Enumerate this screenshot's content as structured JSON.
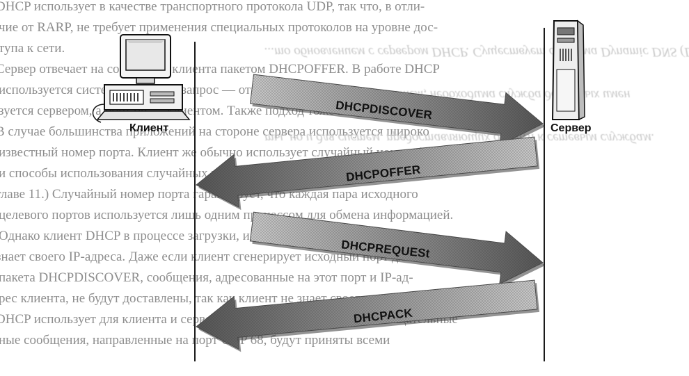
{
  "nodes": {
    "client_label": "Клиент",
    "server_label": "Сервер"
  },
  "messages": [
    {
      "label": "DHCPDISCOVER",
      "direction": "client-to-server"
    },
    {
      "label": "DHCPOFFER",
      "direction": "server-to-client"
    },
    {
      "label": "DHCPREQUESt",
      "direction": "client-to-server"
    },
    {
      "label": "DHCPACK",
      "direction": "server-to-client"
    }
  ],
  "background_text": {
    "lines": [
      "DHCP использует в качестве транспортного протокола UDP, так что, в отли-",
      "чие от RARP, не требует применения специальных протоколов на уровне дос-",
      "тупа к сети.",
      "Сервер отвечает на сообщение клиента пакетом DHCPOFFER. В работе DHCP",
      "используется система запросов: запрос — ответ. ...",
      "зуется сервером, а порт 68 — клиентом. Также подход тоже необходим.",
      "В случае большинства приложений на стороне сервера используется широко",
      "известный номер порта. Клиент же обычно использует случайный номер. (Причины",
      "и способы использования случайных номеров клиентских портов описаны в",
      "главе 11.) Случайный номер порта гарантирует, что каждая пара исходного",
      "целевого портов используется лишь одним процессом для обмена информацией.",
      "Однако клиент DHCP в процессе загрузки, и, вероятнее всего, не",
      "знает своего IP-адреса. Даже если клиент сгенерирует исходный порт для",
      "пакета DHCPDISCOVER, сообщения, адресованные на этот порт и IP-ад-",
      "рес клиента, не будут доставлены, так как клиент не знает своего адреса. Поэтому",
      "DHCP использует для клиента и сервера одинаковые порты. Широковещательные",
      "ные сообщения, направленные на порт UDP 68, будут приняты всеми"
    ],
    "ghost_lines": [
      "...то обновлением с сервером DHCP. Существует система Dynamic DNS (DDNS)",
      "стало для всех этих систем, необходима служба доменных имен",
      "ты, но и для систем, предоставляющих доступ к сетевым службам."
    ]
  },
  "colors": {
    "arrow_fill": "#8f8f8f",
    "arrow_shade": "#5c5c5c",
    "line": "#1a1a1a"
  }
}
